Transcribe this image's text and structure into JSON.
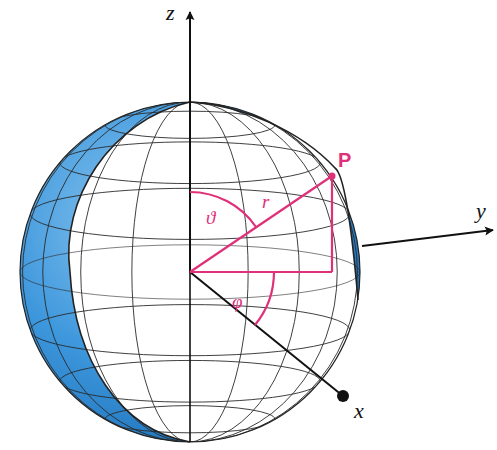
{
  "diagram": {
    "labels": [
      "z",
      "P",
      "ϑ",
      "r",
      "φ",
      "x",
      "y"
    ]
  }
}
